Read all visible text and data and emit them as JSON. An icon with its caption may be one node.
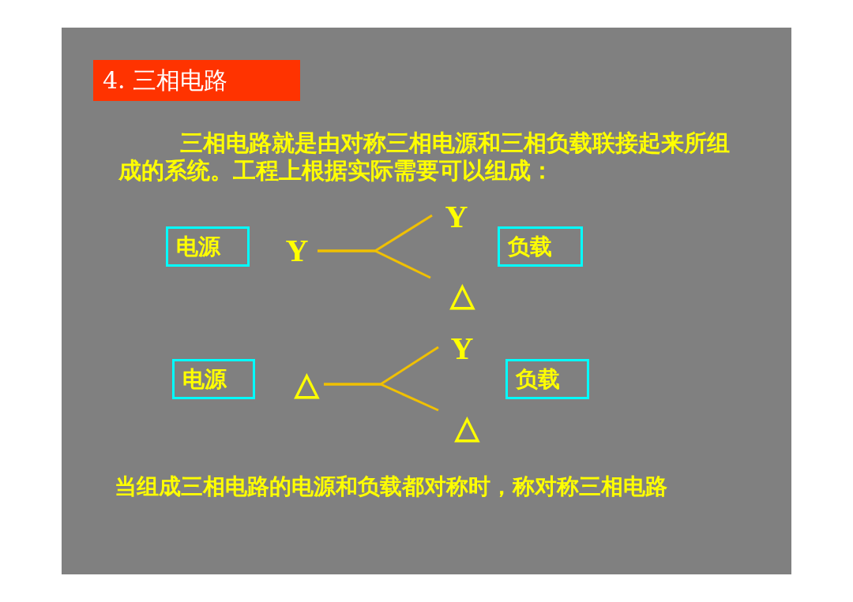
{
  "diagram": {
    "title": "4. 三相电路",
    "nodes": [
      {
        "text": [
          "电源"
        ]
      },
      {
        "text": [
          "Y"
        ]
      },
      {
        "text": [
          "Y"
        ]
      },
      {
        "text": [
          "△"
        ]
      },
      {
        "text": [
          "负载"
        ]
      },
      {
        "text": [
          "电源"
        ]
      },
      {
        "text": [
          "△"
        ]
      },
      {
        "text": [
          "Y"
        ]
      },
      {
        "text": [
          "△"
        ]
      },
      {
        "text": [
          "负载"
        ]
      }
    ],
    "edges": [
      {
        "from": 1,
        "to": 2,
        "arrow": "none"
      },
      {
        "from": 1,
        "to": 3,
        "arrow": "none"
      },
      {
        "from": 6,
        "to": 7,
        "arrow": "none"
      },
      {
        "from": 6,
        "to": 8,
        "arrow": "none"
      }
    ],
    "labels": [
      "三相电路就是由对称三相电源和三相负载联接起来所组成的系统。工程上根据实际需要可以组成：",
      "当组成三相电路的电源和负载都对称时，称对称三相电路"
    ]
  }
}
